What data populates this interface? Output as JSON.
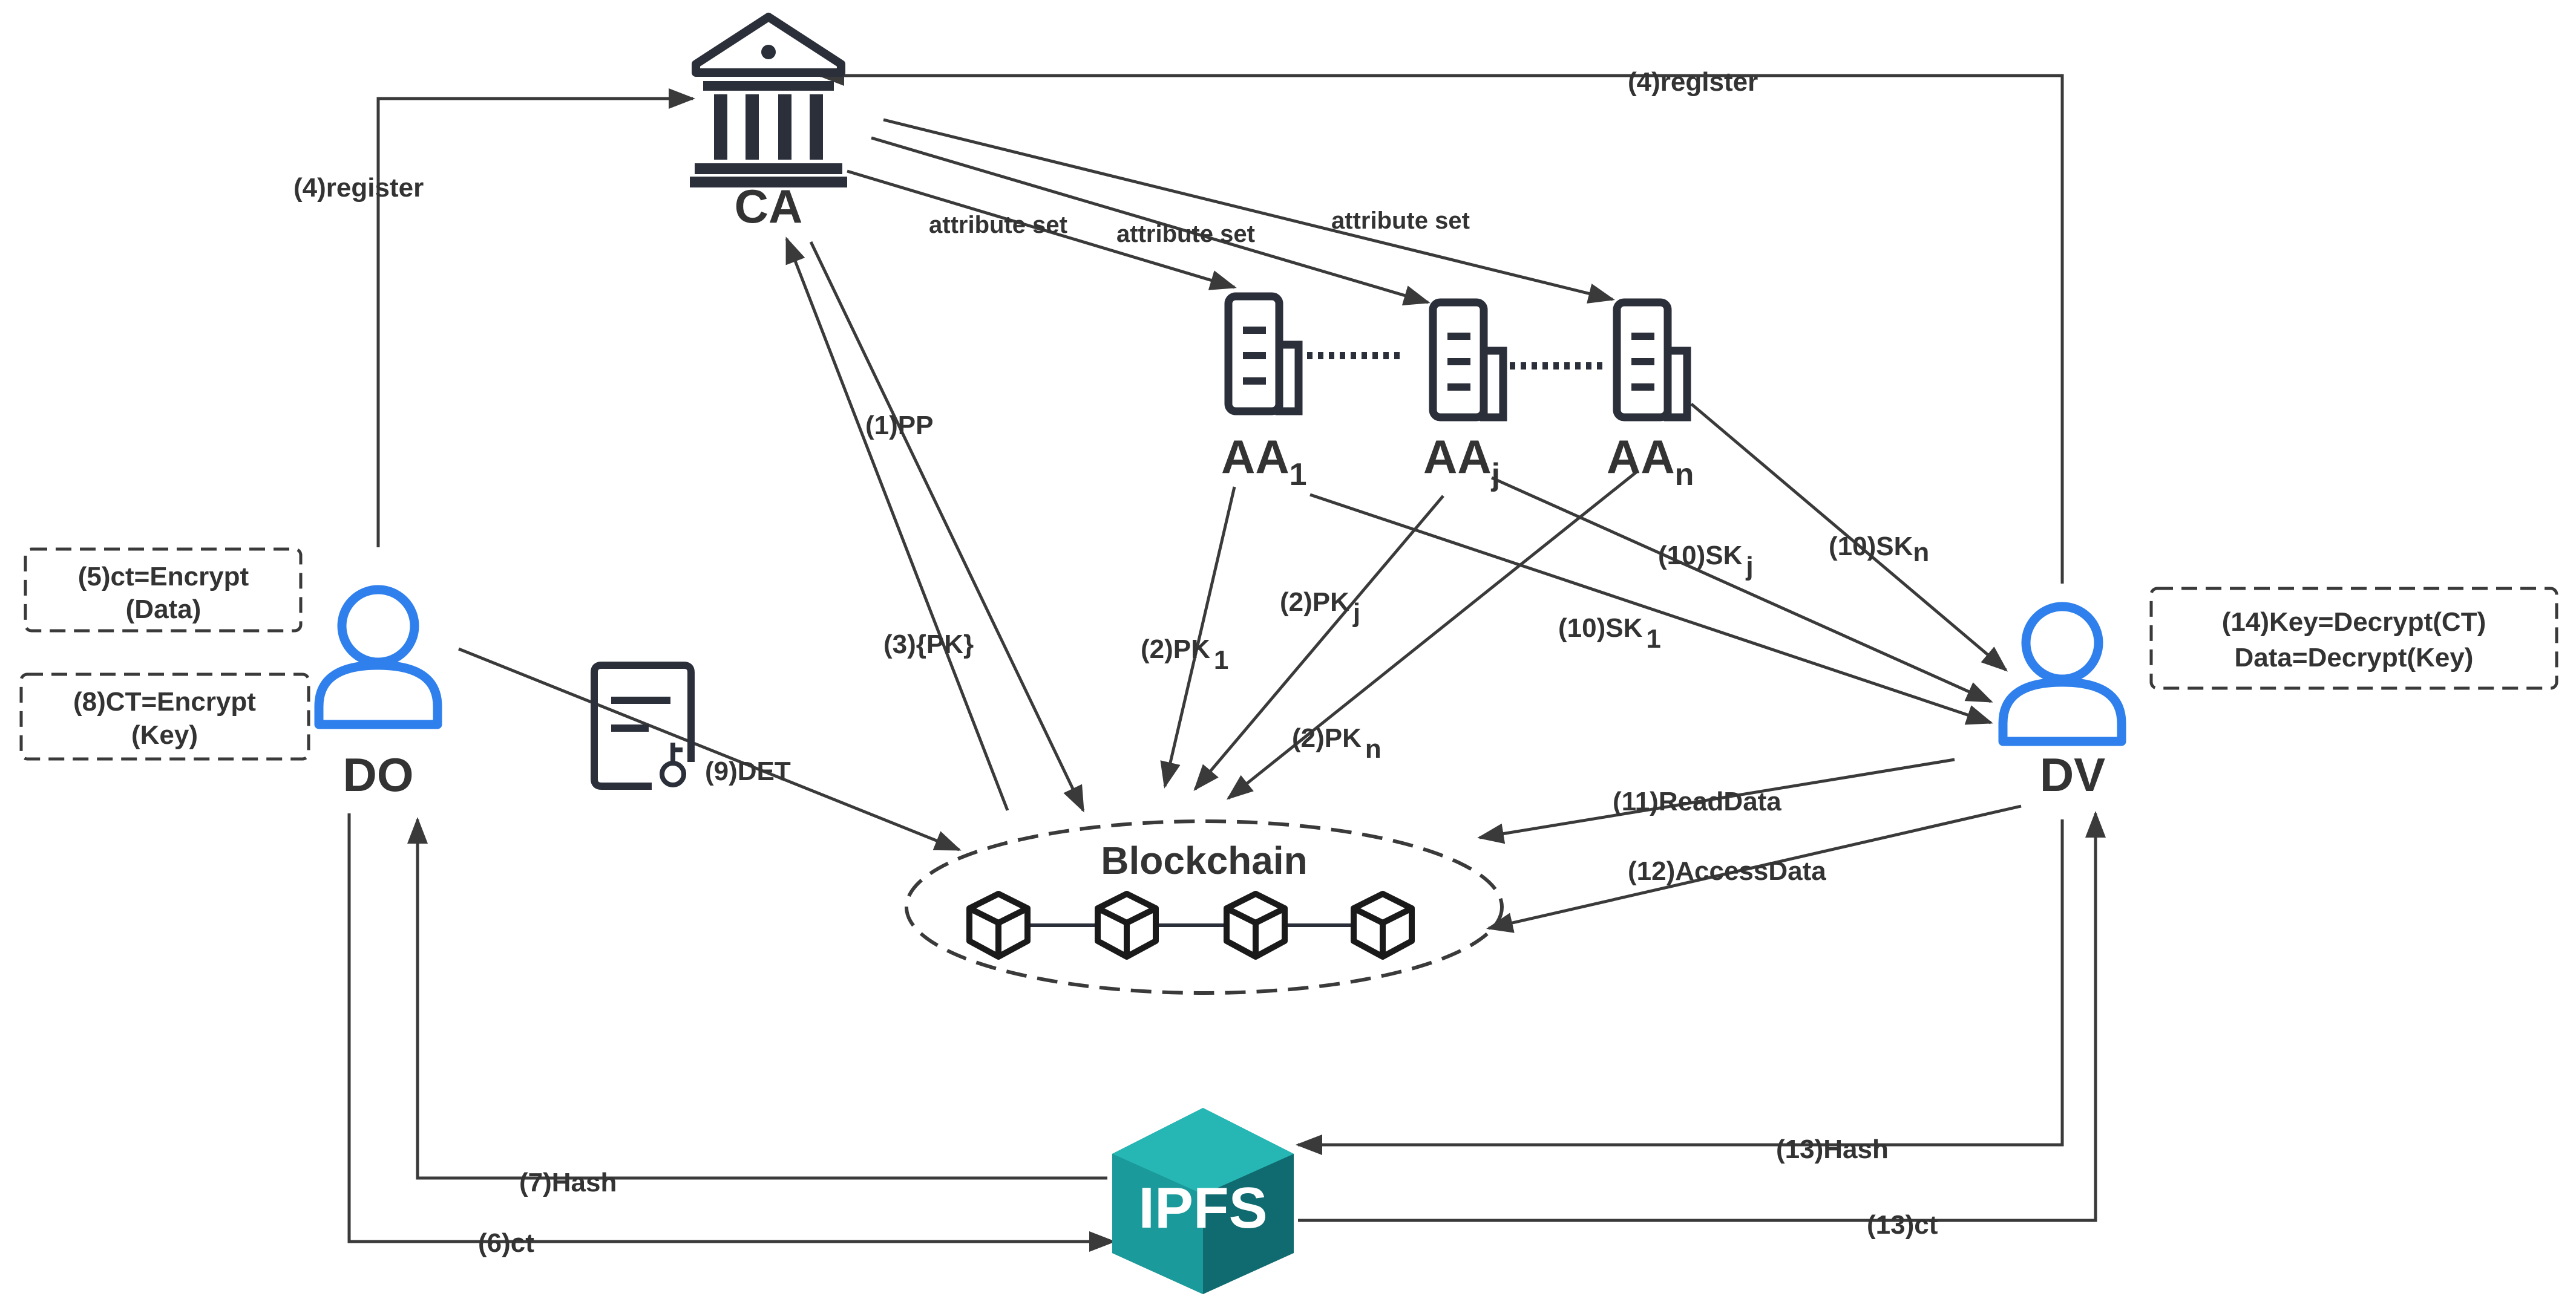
{
  "nodes": {
    "ca": "CA",
    "do": "DO",
    "dv": "DV",
    "aa_1": {
      "base": "AA",
      "sub": "1"
    },
    "aa_j": {
      "base": "AA",
      "sub": "j"
    },
    "aa_n": {
      "base": "AA",
      "sub": "n"
    },
    "blockchain": "Blockchain",
    "ipfs": "IPFS"
  },
  "edges": {
    "register_do": "(4)register",
    "register_dv": "(4)register",
    "attr_set_1": "attribute set",
    "attr_set_j": "attribute set",
    "attr_set_n": "attribute set",
    "pp": "(1)PP",
    "pk_set": "(3){PK}",
    "pk_1": {
      "base": "(2)PK",
      "sub": "1"
    },
    "pk_j": {
      "base": "(2)PK",
      "sub": "j"
    },
    "pk_n": {
      "base": "(2)PK",
      "sub": "n"
    },
    "sk_1": {
      "base": "(10)SK",
      "sub": "1"
    },
    "sk_j": {
      "base": "(10)SK",
      "sub": "j"
    },
    "sk_n": {
      "base": "(10)SK",
      "sub": "n"
    },
    "det": "(9)DET",
    "read_data": "(11)ReadData",
    "access_data": "(12)AccessData",
    "hash_do": "(7)Hash",
    "ct_do": "(6)ct",
    "hash_dv": "(13)Hash",
    "ct_dv": "(13)ct"
  },
  "boxes": {
    "encrypt_data": [
      "(5)ct=Encrypt",
      "(Data)"
    ],
    "encrypt_key": [
      "(8)CT=Encrypt",
      "(Key)"
    ],
    "decrypt": [
      "(14)Key=Decrypt(CT)",
      "Data=Decrypt(Key)"
    ]
  },
  "icons": {
    "ca": "bank-icon",
    "aa": "server-icon",
    "user": "user-icon",
    "contract": "contract-icon",
    "block": "cube-icon",
    "ipfs": "ipfs-logo"
  },
  "colors": {
    "user_icon": "#2f80ed",
    "ipfs_top": "#1aa8a8",
    "ipfs_side": "#0f6b6f",
    "line": "#3a3a3a",
    "icon_dark": "#2b2f3a"
  }
}
